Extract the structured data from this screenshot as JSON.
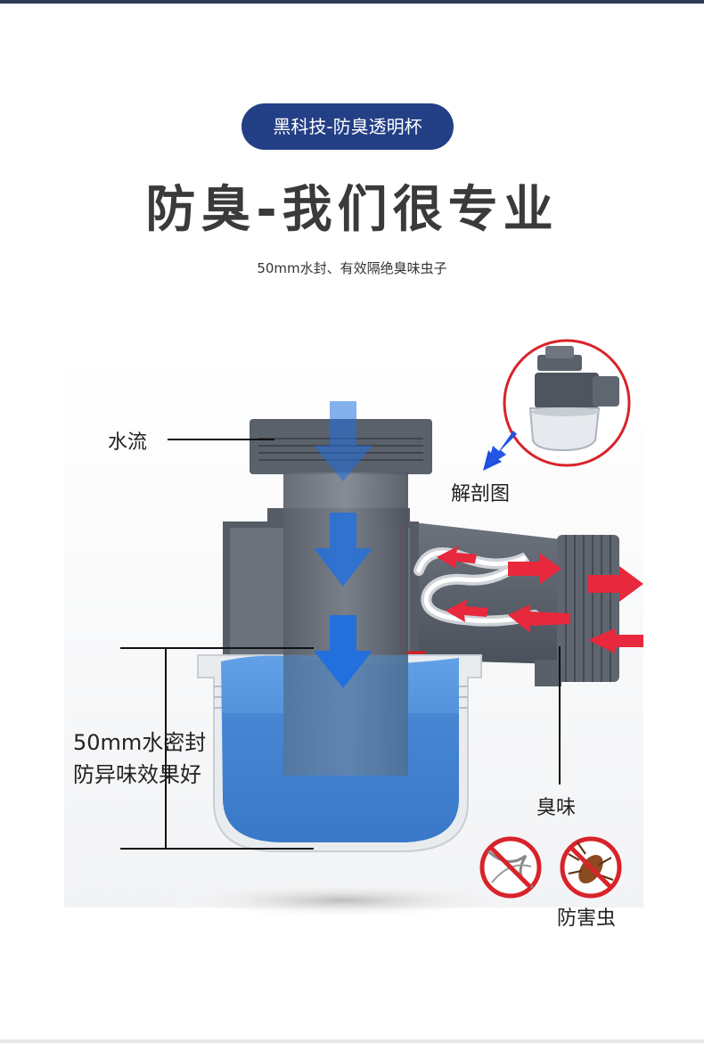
{
  "badge": {
    "text": "黑科技-防臭透明杯"
  },
  "headline": "防臭-我们很专业",
  "subline": "50mm水封、有效隔绝臭味虫子",
  "labels": {
    "water_flow": "水流",
    "cutaway": "解剖图",
    "seal_line1": "50mm水密封",
    "seal_line2": "防异味效果好",
    "odor": "臭味",
    "pest_control": "防害虫"
  },
  "colors": {
    "badge_bg": "#233f86",
    "pipe_gray": "#5f6670",
    "water_blue": "#3f83d6",
    "flow_arrow": "#1f6fe0",
    "odor_arrow": "#e8283c",
    "prohibit_red": "#d8232a"
  },
  "icons": [
    "downward-flow-arrow-icon",
    "odor-arrow-icon",
    "no-hair-icon",
    "no-cockroach-icon"
  ]
}
